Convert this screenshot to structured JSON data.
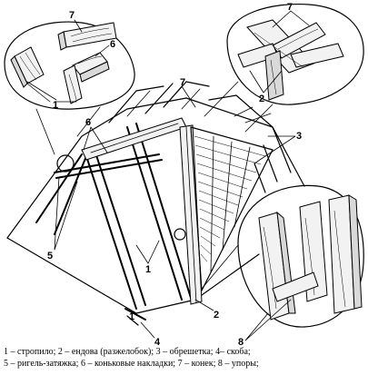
{
  "figure": {
    "callouts": {
      "c1_a": "1",
      "c1_b": "1",
      "c1_c": "1",
      "c2_a": "2",
      "c2_b": "2",
      "c3": "3",
      "c4": "4",
      "c5": "5",
      "c6_a": "6",
      "c6_b": "6",
      "c7_a": "7",
      "c7_b": "7",
      "c7_c": "7",
      "c8": "8"
    }
  },
  "caption": {
    "line1": "1 – стропило; 2 – ендова (разжелобок); 3 – обрешетка; 4– скоба;",
    "line2": "5 – ригель-затяжка; 6 – коньковые накладки; 7 – конек; 8 – упоры;"
  }
}
